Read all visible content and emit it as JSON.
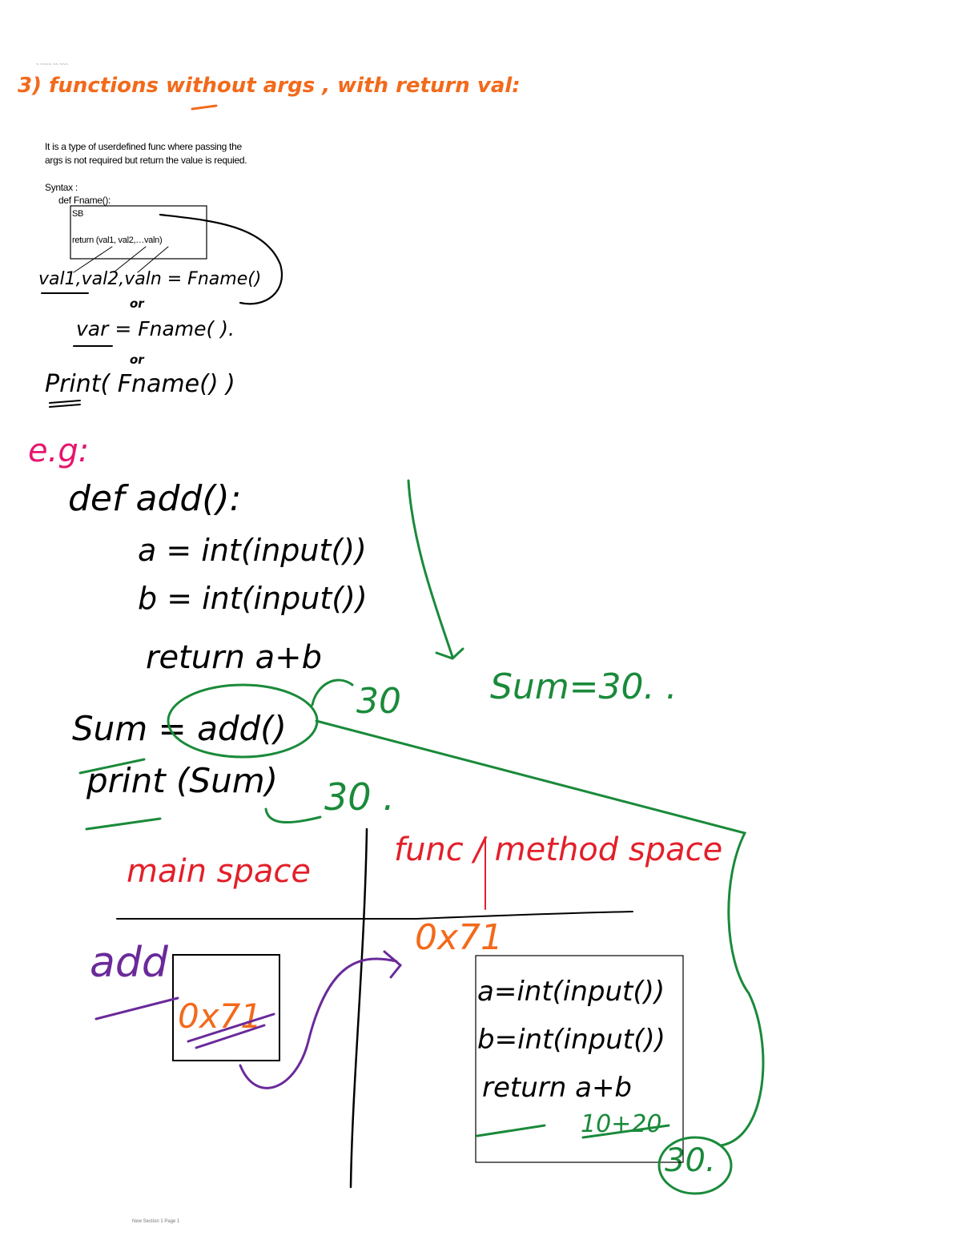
{
  "header": {
    "timestamp": "~ ~~~~ ~~ ~~~"
  },
  "footer": {
    "section": "New Section 1 Page 1"
  },
  "colors": {
    "orange": "#f26a1b",
    "magenta": "#e5176f",
    "green": "#1a8a3a",
    "purple": "#6a2a9a",
    "red": "#e2202a",
    "black": "#000000"
  },
  "title": "3) functions without args , with return val:",
  "description": [
    "It is a type of userdefined func where passing the",
    "args is not required but return the value is requied."
  ],
  "syntax": {
    "label": "Syntax :",
    "def": "def Fname():",
    "sb": "SB",
    "ret": "return (val1, val2,…valn)",
    "assign": "val1,val2,valn = Fname()",
    "or1": "or",
    "var": "var = Fname( ).",
    "or2": "or",
    "print": "Print( Fname() )"
  },
  "example": {
    "eg": "e.g:",
    "def": "def add():",
    "a": "a = int(input())",
    "b": "b = int(input())",
    "ret": "return a+b",
    "thirty1": "30",
    "sum_note": "Sum=30. .",
    "sum": "Sum = add()",
    "print": "print (Sum)",
    "thirty2": "30 ."
  },
  "memory": {
    "main": "main space",
    "func": "func / method space",
    "add": "add",
    "addr_main": "0x71",
    "addr_func": "0x71",
    "f_a": "a=int(input())",
    "f_b": "b=int(input())",
    "f_ret": "return a+b",
    "calc": "10+20",
    "result": "30."
  }
}
